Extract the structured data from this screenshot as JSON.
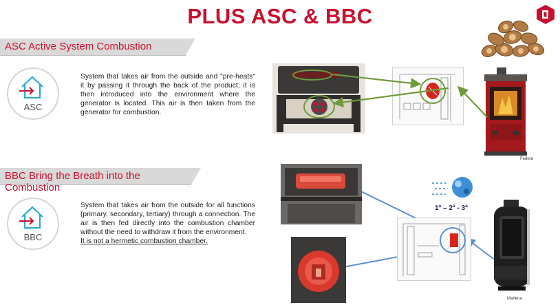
{
  "title": "PLUS ASC & BBC",
  "colors": {
    "brand": "#c8102e",
    "bar": "#d9d9d9",
    "arrow_green": "#6f9a3a",
    "arrow_blue": "#5b8fd3"
  },
  "asc": {
    "heading": "ASC Active System Combustion",
    "icon_label": "ASC",
    "description": "System that takes air from the outside and \"pre-heats\" it by passing it through the back of the product; it is then introduced into the environment where the generator is located. This air is then taken from the generator for combustion.",
    "stove_caption": "Fedora"
  },
  "bbc": {
    "heading": "BBC Bring the Breath into the Combustion",
    "icon_label": "BBC",
    "description": "System that takes air from the outside for all functions (primary, secondary, tertiary) through a connection. The air is then fed directly into the combustion chamber without the need to withdraw it from the environment.",
    "note": "It is not a hermetic combustion chamber.",
    "stove_caption": "Marlena",
    "air_levels": "1ª – 2ª - 3ª"
  },
  "icons": [
    "brand-logo-icon",
    "house-arrow-icon",
    "firewood-icon",
    "wind-cloud-icon"
  ]
}
